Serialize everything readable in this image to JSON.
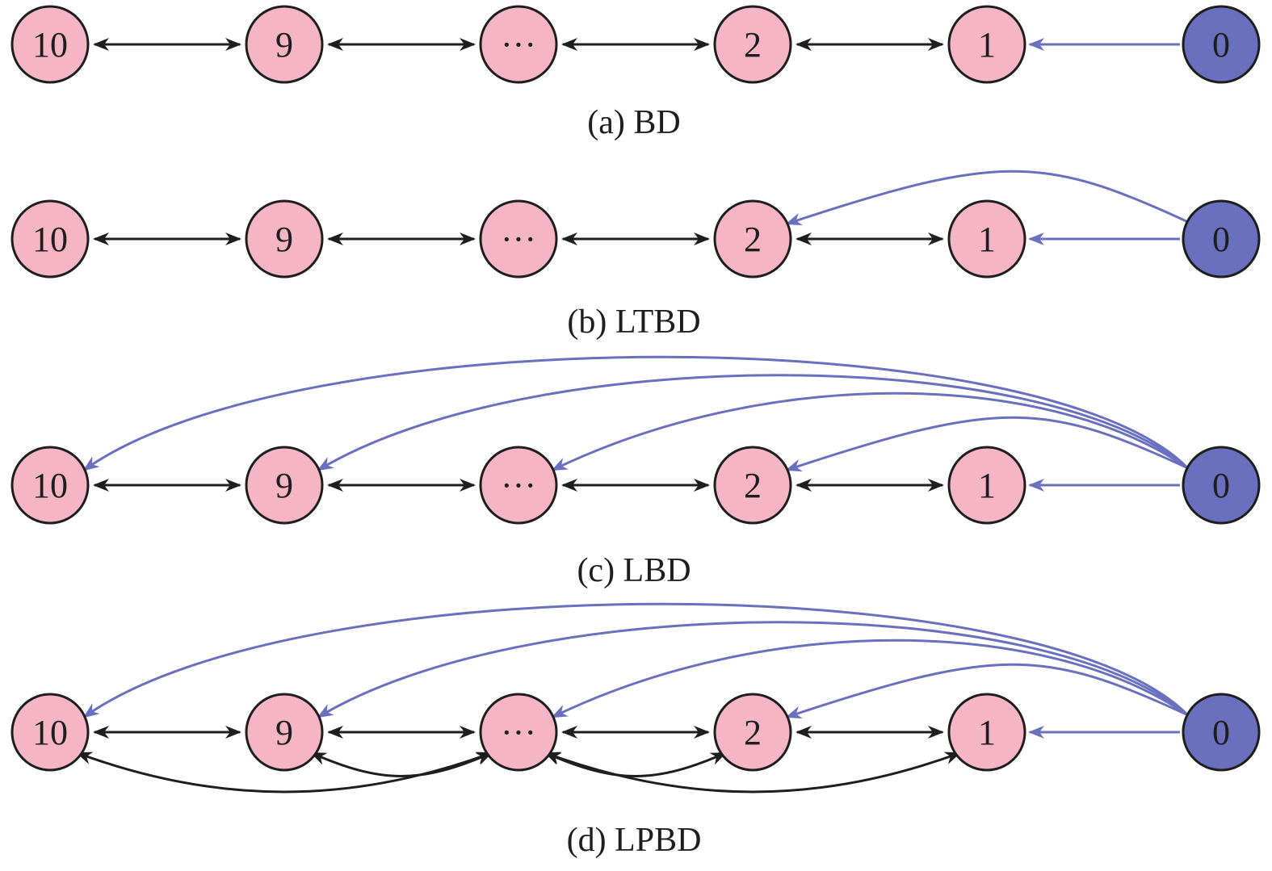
{
  "colors": {
    "node_fill": "#f5b5c4",
    "source_fill": "#6a6fbe",
    "black_edge": "#1e1e1e",
    "blue_edge": "#6a6fbe"
  },
  "nodes": [
    "10",
    "9",
    "···",
    "2",
    "1",
    "0"
  ],
  "panels": [
    {
      "id": "a",
      "caption": "(a) BD",
      "bidirectional_pairs": [
        [
          "10",
          "9"
        ],
        [
          "9",
          "···"
        ],
        [
          "···",
          "2"
        ],
        [
          "2",
          "1"
        ]
      ],
      "long_range_pairs": [],
      "source_edges": [
        "1"
      ]
    },
    {
      "id": "b",
      "caption": "(b) LTBD",
      "bidirectional_pairs": [
        [
          "10",
          "9"
        ],
        [
          "9",
          "···"
        ],
        [
          "···",
          "2"
        ],
        [
          "2",
          "1"
        ]
      ],
      "long_range_pairs": [],
      "source_edges": [
        "1",
        "2"
      ]
    },
    {
      "id": "c",
      "caption": "(c) LBD",
      "bidirectional_pairs": [
        [
          "10",
          "9"
        ],
        [
          "9",
          "···"
        ],
        [
          "···",
          "2"
        ],
        [
          "2",
          "1"
        ]
      ],
      "long_range_pairs": [],
      "source_edges": [
        "1",
        "2",
        "···",
        "9",
        "10"
      ]
    },
    {
      "id": "d",
      "caption": "(d) LPBD",
      "bidirectional_pairs": [
        [
          "10",
          "9"
        ],
        [
          "9",
          "···"
        ],
        [
          "···",
          "2"
        ],
        [
          "2",
          "1"
        ]
      ],
      "long_range_pairs": [
        [
          "9",
          "···"
        ],
        [
          "10",
          "···"
        ],
        [
          "···",
          "2"
        ],
        [
          "···",
          "1"
        ]
      ],
      "source_edges": [
        "1",
        "2",
        "···",
        "9",
        "10"
      ]
    }
  ]
}
